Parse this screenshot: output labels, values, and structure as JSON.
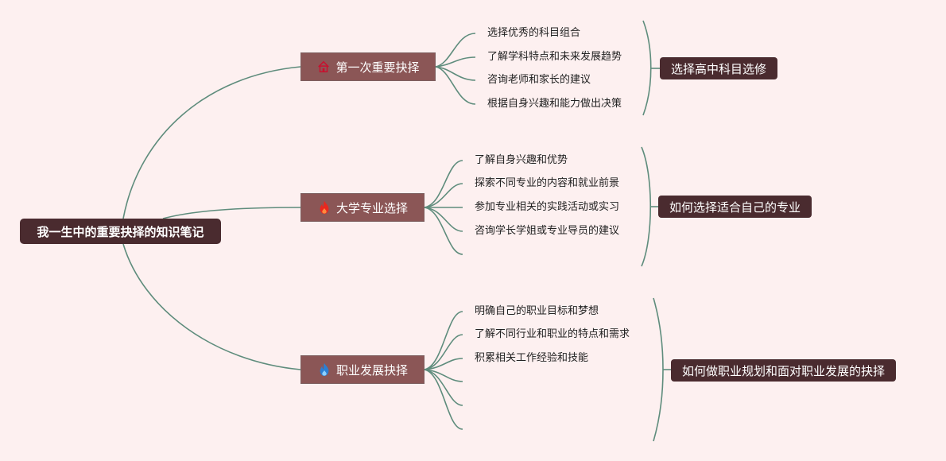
{
  "root": {
    "label": "我一生中的重要抉择的知识笔记"
  },
  "branches": [
    {
      "label": "第一次重要抉择",
      "icon": "house-icon",
      "items": [
        "选择优秀的科目组合",
        "了解学科特点和未来发展趋势",
        "咨询老师和家长的建议",
        "根据自身兴趣和能力做出决策"
      ],
      "summary": "选择高中科目选修"
    },
    {
      "label": "大学专业选择",
      "icon": "fire-icon",
      "items": [
        "了解自身兴趣和优势",
        "探索不同专业的内容和就业前景",
        "参加专业相关的实践活动或实习",
        "咨询学长学姐或专业导员的建议",
        ""
      ],
      "summary": "如何选择适合自己的专业"
    },
    {
      "label": "职业发展抉择",
      "icon": "flame-icon",
      "items": [
        "明确自己的职业目标和梦想",
        "了解不同行业和职业的特点和需求",
        "积累相关工作经验和技能",
        "",
        "",
        ""
      ],
      "summary": "如何做职业规划和面对职业发展的抉择"
    }
  ],
  "colors": {
    "background": "#fdf0f0",
    "root_fill": "#4a2b2f",
    "branch_fill": "#8b5656",
    "summary_fill": "#4a2b2f",
    "connector": "#5e8c7c",
    "house_icon": "#c8102e",
    "fire_icon": "#e8281e",
    "flame_icon": "#2b7fd4"
  }
}
